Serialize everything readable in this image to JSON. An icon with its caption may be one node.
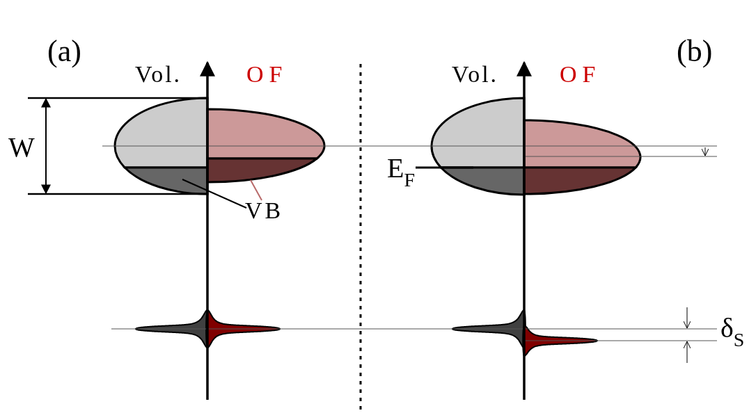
{
  "diagram": {
    "nodes": [
      {
        "text": [
          "VB"
        ]
      },
      {
        "text": [],
        "shape": "box"
      },
      {
        "text": [],
        "shape": "box"
      }
    ],
    "edges": [
      {
        "from": 0,
        "to": 1,
        "arrow": "none"
      },
      {
        "from": 0,
        "to": 2,
        "arrow": "none",
        "color": "#b86a6a"
      }
    ],
    "labels": [
      "(a)",
      "Vol.",
      "OF",
      "W",
      "(b)",
      "Vol.",
      "OF",
      "E$_{F}$",
      "δ$_{S}$"
    ]
  }
}
